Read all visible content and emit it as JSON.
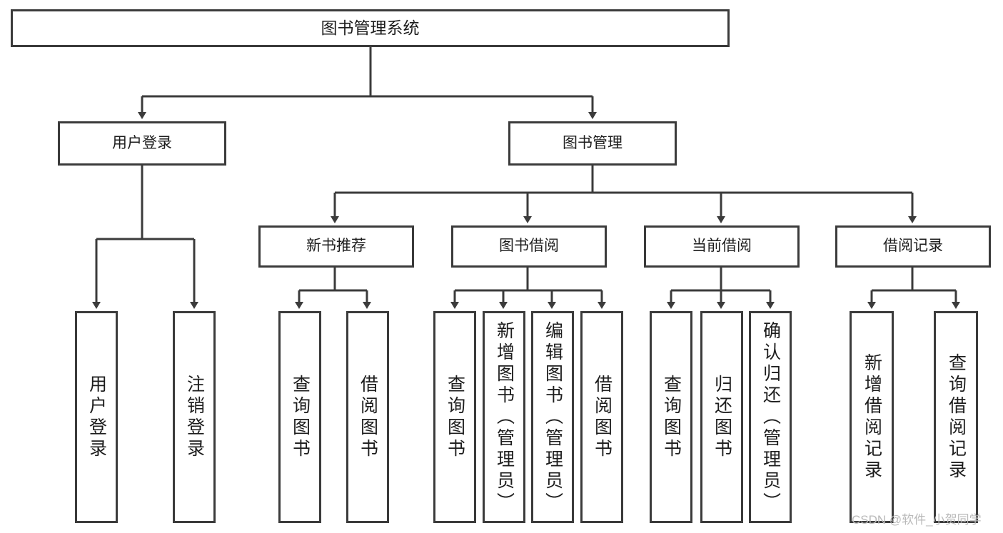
{
  "diagram": {
    "title": "图书管理系统",
    "stroke_color": "#3b3b3b",
    "background_color": "#ffffff",
    "root": {
      "label": "图书管理系统"
    },
    "level1": [
      {
        "label": "用户登录"
      },
      {
        "label": "图书管理"
      }
    ],
    "level2": [
      {
        "label": "新书推荐"
      },
      {
        "label": "图书借阅"
      },
      {
        "label": "当前借阅"
      },
      {
        "label": "借阅记录"
      }
    ],
    "leaves": {
      "user_login": [
        {
          "label": "用户登录"
        },
        {
          "label": "注销登录"
        }
      ],
      "recommend": [
        {
          "label": "查询图书"
        },
        {
          "label": "借阅图书"
        }
      ],
      "borrow": [
        {
          "label": "查询图书"
        },
        {
          "label": "新增图书（管理员）"
        },
        {
          "label": "编辑图书（管理员）"
        },
        {
          "label": "借阅图书"
        }
      ],
      "current": [
        {
          "label": "查询图书"
        },
        {
          "label": "归还图书"
        },
        {
          "label": "确认归还（管理员）"
        }
      ],
      "record": [
        {
          "label": "新增借阅记录"
        },
        {
          "label": "查询借阅记录"
        }
      ]
    }
  },
  "watermark": {
    "text": "CSDN @软件_小贺同学",
    "color": "#b9b9b9"
  }
}
